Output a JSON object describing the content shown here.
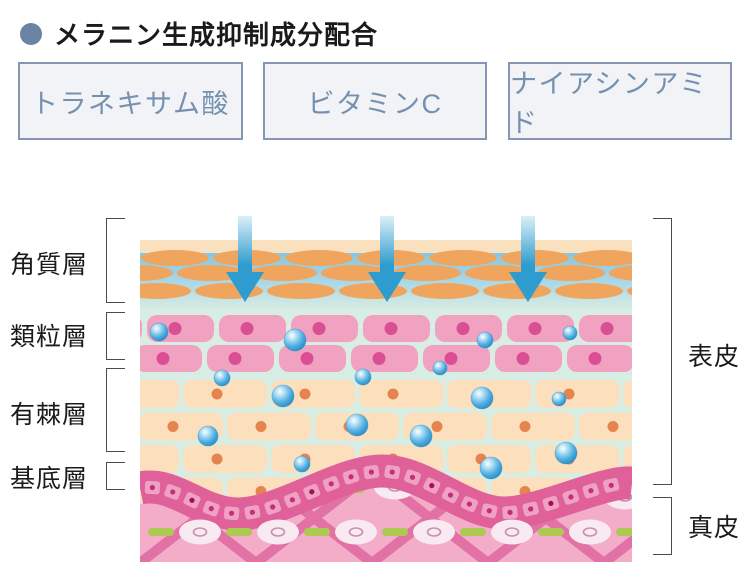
{
  "header": {
    "title": "メラニン生成抑制成分配合"
  },
  "ingredients": [
    {
      "label": "トラネキサム酸"
    },
    {
      "label": "ビタミンC"
    },
    {
      "label": "ナイアシンアミド"
    }
  ],
  "diagram": {
    "left_labels": [
      {
        "label": "角質層"
      },
      {
        "label": "類粒層"
      },
      {
        "label": "有棘層"
      },
      {
        "label": "基底層"
      }
    ],
    "right_labels": [
      {
        "label": "表皮"
      },
      {
        "label": "真皮"
      }
    ],
    "colors": {
      "bullet": "#6A84A4",
      "box_border": "#8496B2",
      "box_bg": "#F1F3F6",
      "box_text": "#7691AF",
      "bracket": "#4C4C4C",
      "arrow": "#2E9CCE",
      "arrow_stem_top": "#DCEFF8",
      "surface_band": "#F9E0BF",
      "corneum_top": "#85C6E2",
      "corneum_cell": "#F0A55E",
      "epidermis_bg": "#D8EDE3",
      "granular_cell": "#F1A2C0",
      "granular_nucleus": "#DA4E94",
      "spinous_cell": "#FCE0BE",
      "spinous_nucleus": "#E68450",
      "basal_band": "#E0609A",
      "basal_cell": "#EFA0C3",
      "basal_dot": "#C42E78",
      "basal_dot_dark": "#A50F4F",
      "dermis_bg": "#F3ADC8",
      "dermis_hatch": "#E272A6",
      "dermis_oval": "#F9E9F1",
      "dermis_oval_ring": "#C78FAE",
      "dermis_bar": "#ADC952",
      "bubble_hi": "#FFFFFF",
      "bubble_mid": "#4FAEE0",
      "bubble_rim": "#1D85C2"
    }
  }
}
